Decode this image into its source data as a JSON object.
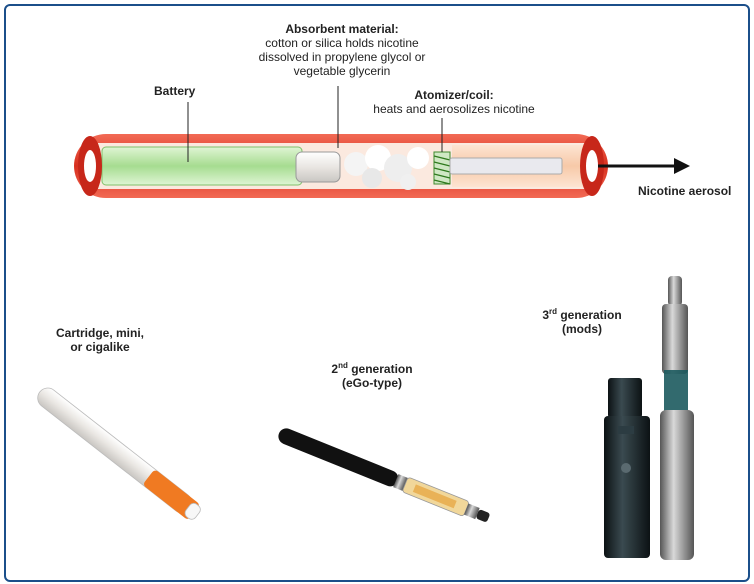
{
  "labels": {
    "battery": "Battery",
    "absorbent_title": "Absorbent material:",
    "absorbent_lines": [
      "cotton or silica holds nicotine",
      "dissolved in propylene glycol or",
      "vegetable glycerin"
    ],
    "atomizer_title": "Atomizer/coil:",
    "atomizer_desc": "heats and aerosolizes nicotine",
    "aerosol": "Nicotine aerosol",
    "gen1_line1": "Cartridge, mini,",
    "gen1_line2": "or cigalike",
    "gen2_num": "2",
    "gen2_sup": "nd",
    "gen2_word": " generation",
    "gen2_type": "(eGo-type)",
    "gen3_num": "3",
    "gen3_sup": "rd",
    "gen3_word": " generation",
    "gen3_type": "(mods)"
  },
  "colors": {
    "border": "#1b4f8a",
    "tube_red": "#e23a2a",
    "battery_green": "#9ed98a",
    "cigalike_orange": "#f07a22",
    "device_dark": "#1f2a2e"
  }
}
